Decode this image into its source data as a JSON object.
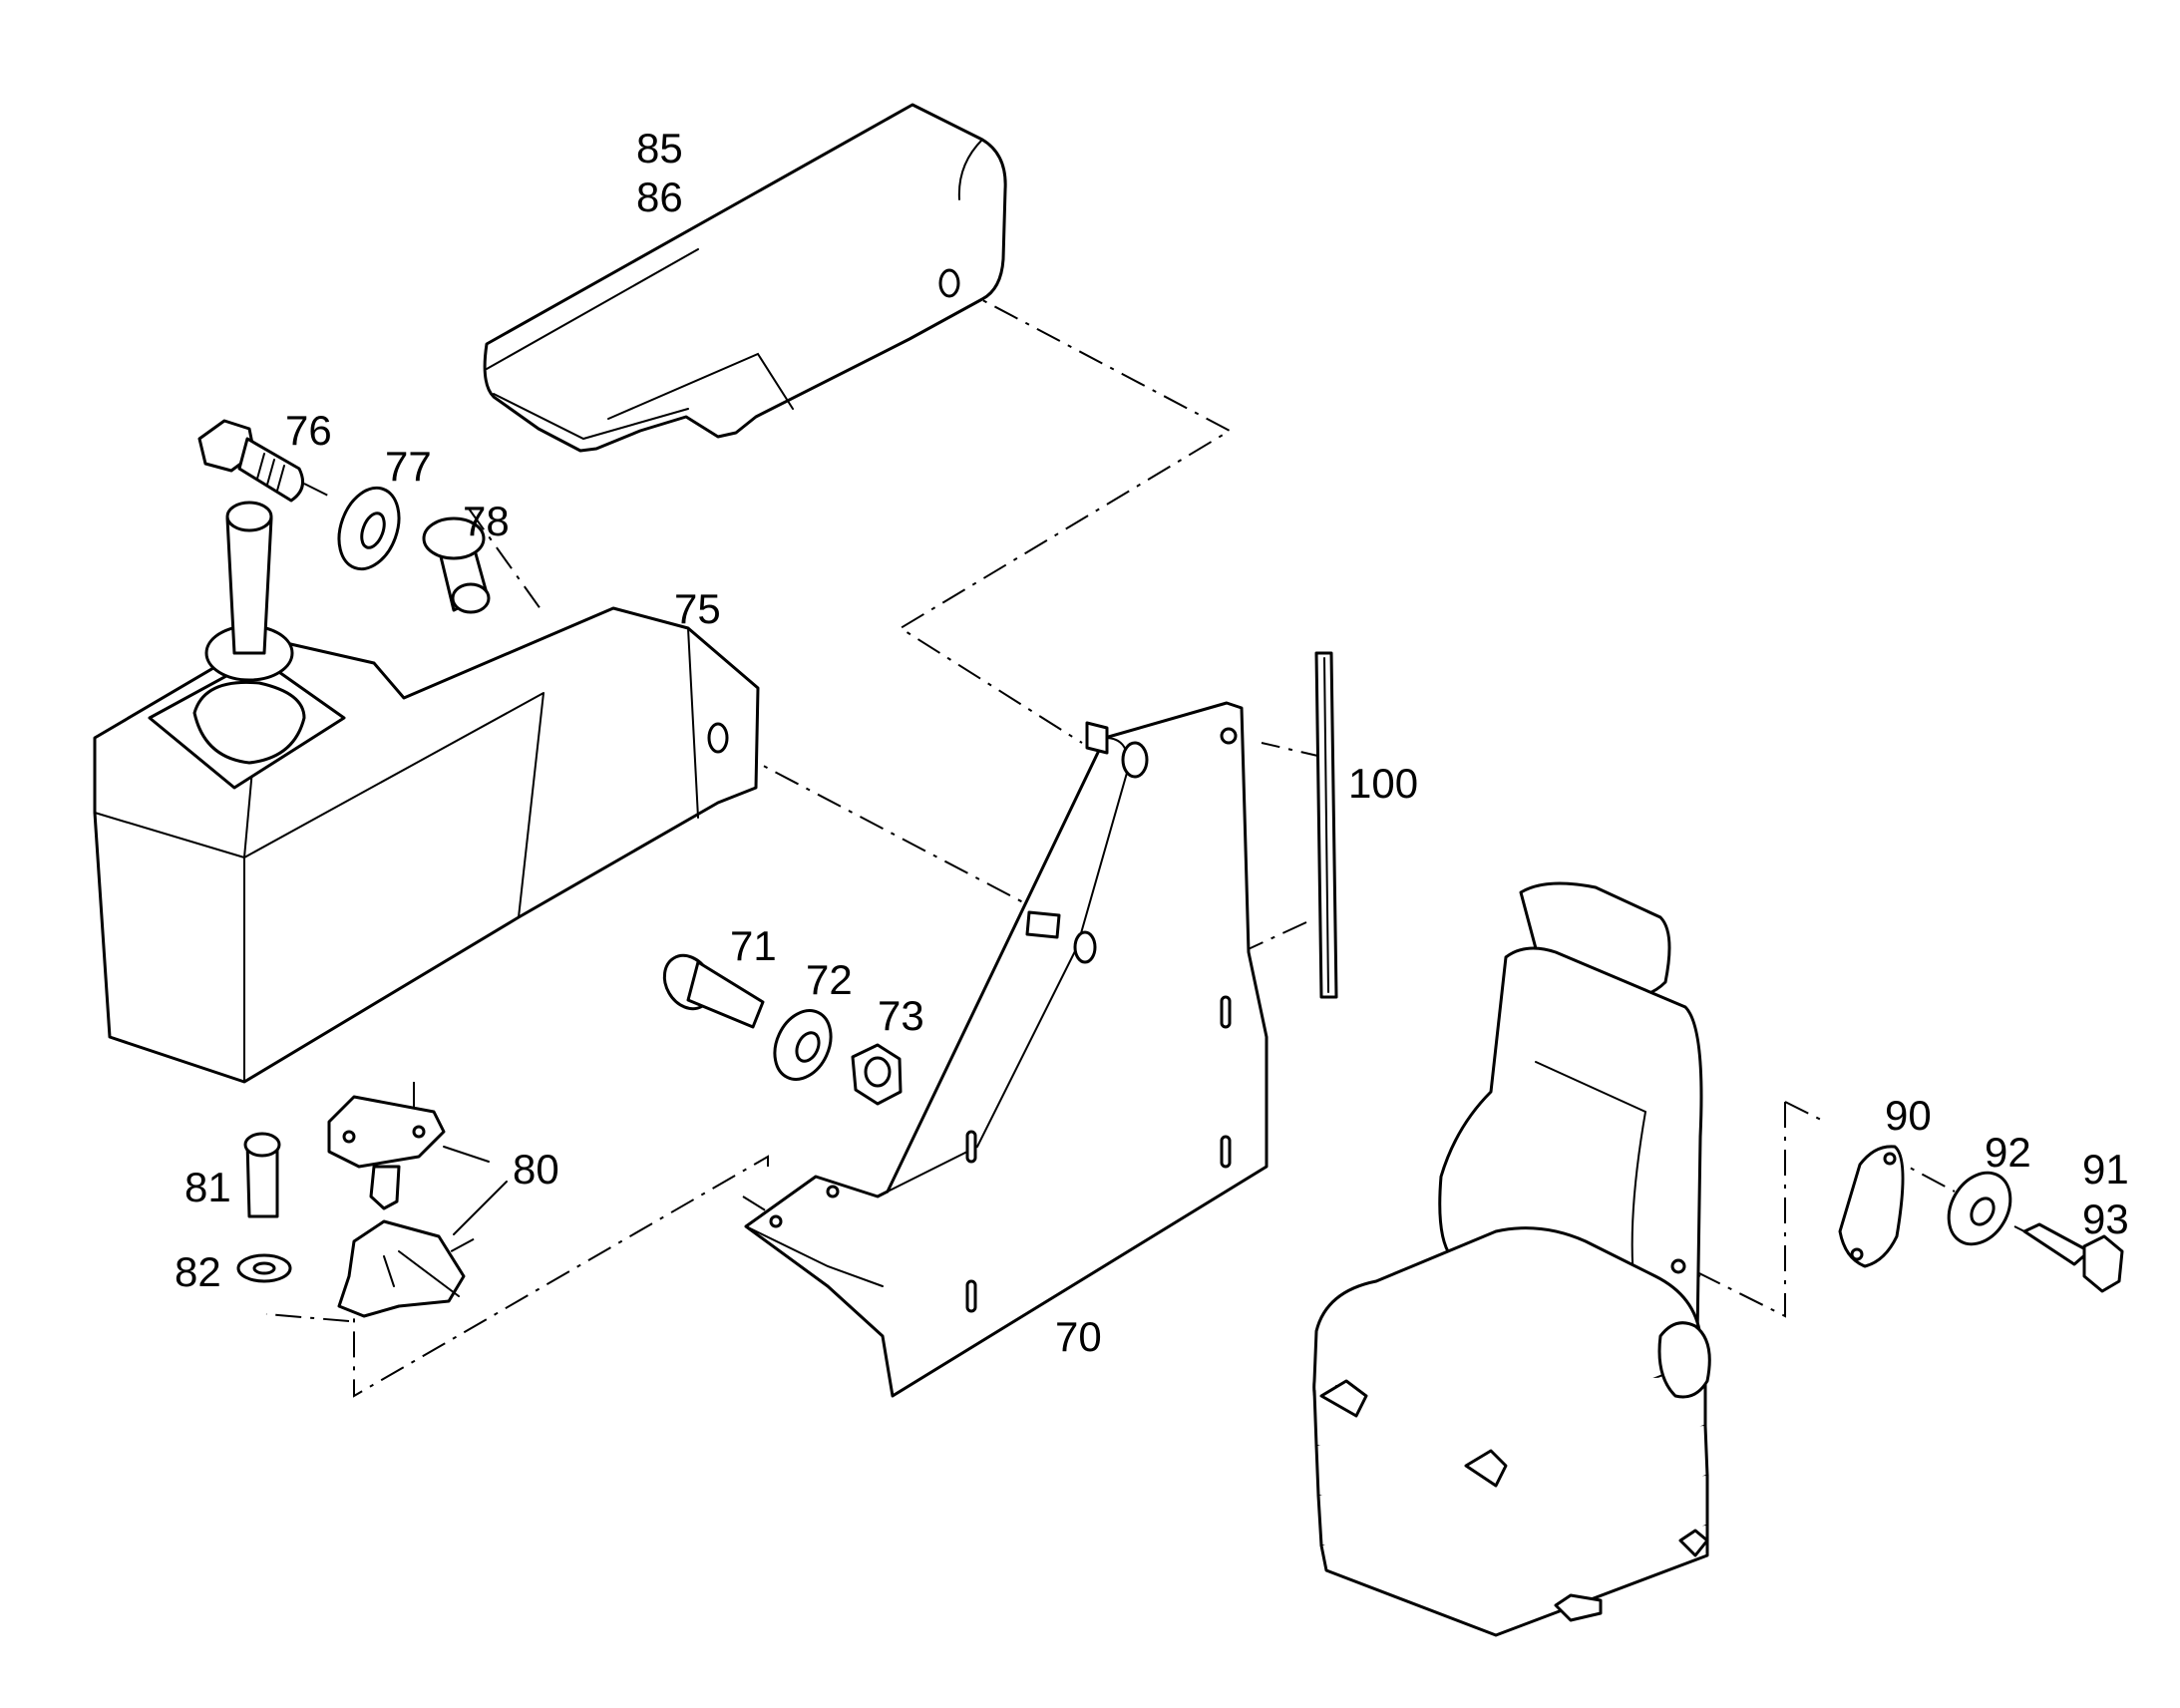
{
  "labels": {
    "l70": "70",
    "l71": "71",
    "l72": "72",
    "l73": "73",
    "l75": "75",
    "l76": "76",
    "l77": "77",
    "l78": "78",
    "l80": "80",
    "l81": "81",
    "l82": "82",
    "l85": "85",
    "l86": "86",
    "l90": "90",
    "l91": "91",
    "l92": "92",
    "l93": "93",
    "l100": "100"
  },
  "colors": {
    "line": "#000000",
    "background": "#ffffff"
  }
}
